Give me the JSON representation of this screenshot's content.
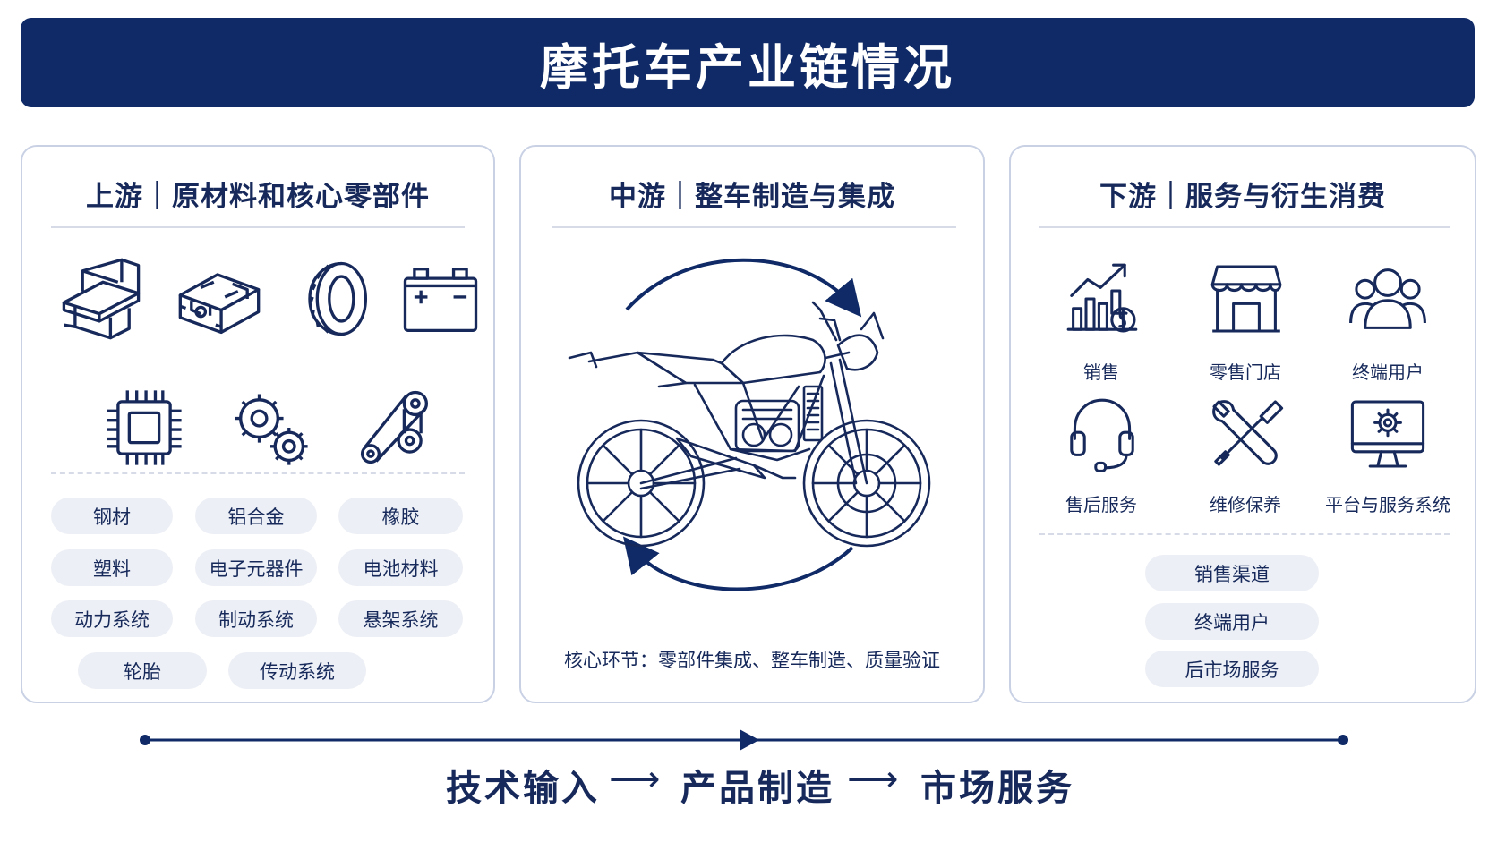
{
  "title": "摩托车产业链情况",
  "upstream": {
    "title": "上游｜原材料和核心零部件",
    "icons": [
      "steel-beam-icon",
      "aluminum-profile-icon",
      "tire-icon",
      "battery-icon",
      "chip-icon",
      "gears-icon",
      "chain-drive-icon"
    ],
    "pills": [
      "钢材",
      "铝合金",
      "橡胶",
      "塑料",
      "电子元器件",
      "电池材料",
      "动力系统",
      "制动系统",
      "悬架系统",
      "轮胎",
      "传动系统"
    ]
  },
  "midstream": {
    "title": "中游｜整车制造与集成",
    "image": "motorcycle-illustration",
    "note": "核心环节：零部件集成、整车制造、质量验证"
  },
  "downstream": {
    "title": "下游｜服务与衍生消费",
    "services": [
      {
        "icon": "sales-chart-icon",
        "label": "销售"
      },
      {
        "icon": "storefront-icon",
        "label": "零售门店"
      },
      {
        "icon": "users-icon",
        "label": "终端用户"
      },
      {
        "icon": "headset-icon",
        "label": "售后服务"
      },
      {
        "icon": "wrench-screwdriver-icon",
        "label": "维修保养"
      },
      {
        "icon": "monitor-gear-icon",
        "label": "平台与服务系统"
      }
    ],
    "pills": [
      "销售渠道",
      "终端用户",
      "后市场服务"
    ]
  },
  "flow": {
    "steps": [
      "技术输入",
      "产品制造",
      "市场服务"
    ],
    "arrow": "⟶"
  },
  "colors": {
    "navy": "#0f2a66",
    "ink": "#16295a",
    "pill_bg": "#eceff5",
    "border": "#c9d1e4"
  }
}
